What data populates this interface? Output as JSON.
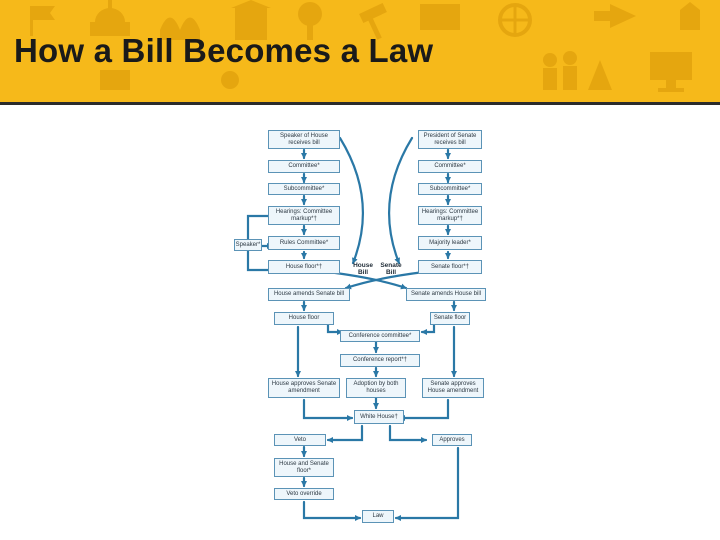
{
  "slide": {
    "title": "How a Bill Becomes a Law"
  },
  "colors": {
    "header_bg": "#f6b91a",
    "arrow": "#2a78a6",
    "box_border": "#5b93b6",
    "box_fill": "#eef6fb"
  },
  "header_icons": [
    "flag-icon",
    "capitol-icon",
    "hands-icon",
    "building-icon",
    "tree-icon",
    "arrow-icon",
    "people-icon",
    "gavel-icon",
    "globe-icon",
    "monitor-icon"
  ],
  "flowchart": {
    "house": {
      "receives": "Speaker of House receives bill",
      "committee": "Committee*",
      "subcommittee": "Subcommittee*",
      "hearings": "Hearings: Committee markup*†",
      "rules": "Rules Committee*",
      "floor": "House floor*†",
      "amends": "House amends Senate bill",
      "floor2": "House floor",
      "approves": "House approves Senate amendment"
    },
    "senate": {
      "receives": "President of Senate receives bill",
      "committee": "Committee*",
      "subcommittee": "Subcommittee*",
      "hearings": "Hearings: Committee markup*†",
      "majority": "Majority leader*",
      "floor": "Senate floor*†",
      "amends": "Senate amends House bill",
      "floor2": "Senate floor",
      "approves": "Senate approves House amendment"
    },
    "speaker": "Speaker*",
    "house_bill": "House Bill",
    "senate_bill": "Senate Bill",
    "conference": "Conference committee*",
    "conference_report": "Conference report*†",
    "adoption": "Adoption by both houses",
    "white_house": "White House†",
    "veto": "Veto",
    "approves": "Approves",
    "override_floor": "House and Senate floor*",
    "veto_override": "Veto override",
    "law": "Law"
  }
}
